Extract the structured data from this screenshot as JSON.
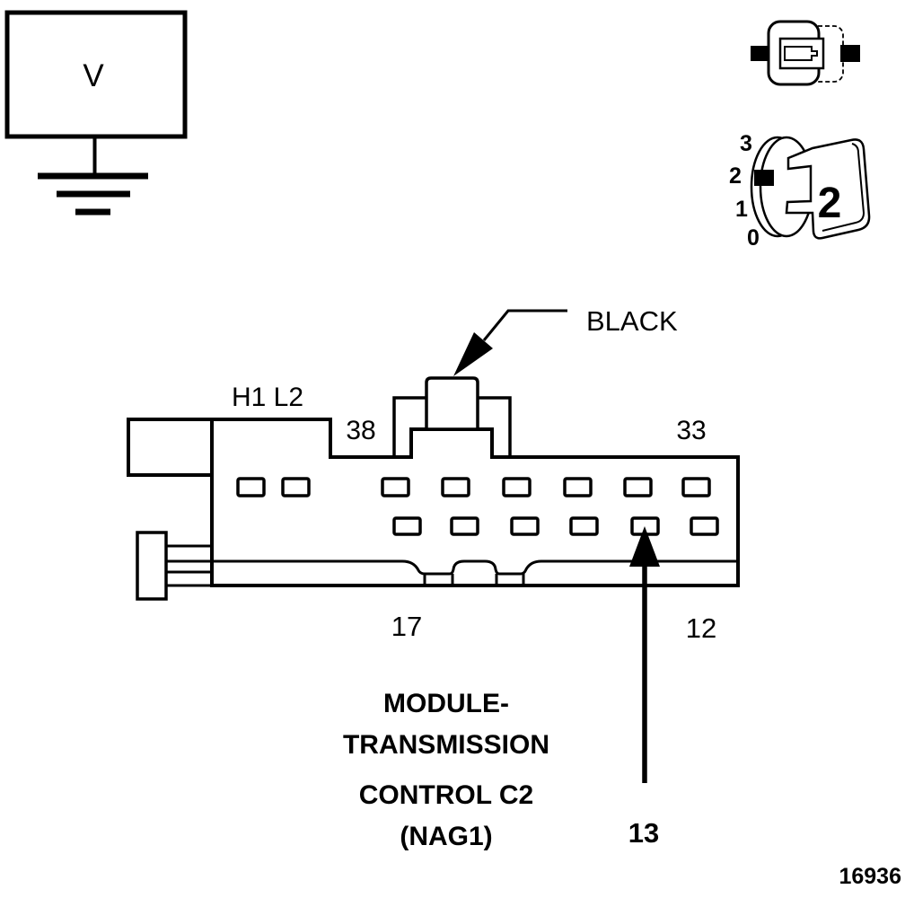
{
  "page": {
    "figure_number": "16936",
    "background": "#ffffff",
    "ink": "#000000"
  },
  "voltmeter": {
    "label": "V"
  },
  "terminal_icon": {
    "name": "terminal-probe-icon"
  },
  "dial_icon": {
    "scale": [
      "3",
      "2",
      "1",
      "0"
    ],
    "selected_value": "2",
    "face_value": "2"
  },
  "connector": {
    "color_callout": "BLACK",
    "labels": {
      "h1_l2": "H1 L2",
      "pin_38": "38",
      "pin_33": "33",
      "pin_17": "17",
      "pin_12": "12",
      "pin_13": "13"
    },
    "module_name": {
      "line1": "MODULE-",
      "line2": "TRANSMISSION",
      "line3": "CONTROL C2",
      "line4": "(NAG1)"
    }
  }
}
